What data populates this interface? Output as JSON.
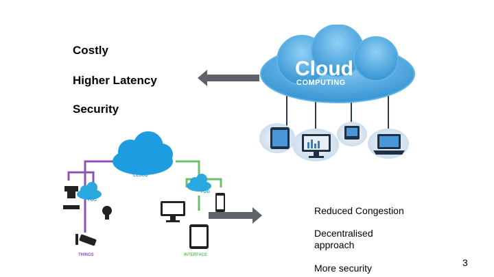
{
  "cloud_side": {
    "drawbacks": [
      "Costly",
      "Higher Latency",
      "Security"
    ],
    "logo_title": "Cloud",
    "logo_subtitle": "COMPUTING"
  },
  "fog_diagram": {
    "cloud_label": "CLOUD",
    "fog_label_left": "FOG",
    "fog_label_right": "FOG",
    "things_label": "THINGS",
    "interface_label": "INTERFACE"
  },
  "fog_side": {
    "benefits": [
      "Reduced Congestion",
      "Decentralised approach",
      "More security"
    ]
  },
  "colors": {
    "arrow": "#5f6369",
    "purple_line": "#8e4fb3",
    "green_line": "#6abf69",
    "cloud_blue": "#1e9ce0"
  },
  "page_number": "3"
}
